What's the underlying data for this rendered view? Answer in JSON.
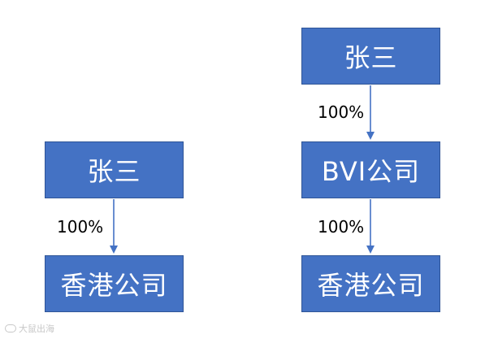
{
  "left": {
    "top_box": "张三",
    "bottom_box": "香港公司",
    "percent": "100%"
  },
  "right": {
    "top_box": "张三",
    "middle_box": "BVI公司",
    "bottom_box": "香港公司",
    "percent_upper": "100%",
    "percent_lower": "100%"
  },
  "watermark": "大鼠出海",
  "colors": {
    "box_fill": "#4472c4",
    "box_border": "#2f5597",
    "arrow": "#4472c4",
    "box_text": "#ffffff"
  }
}
